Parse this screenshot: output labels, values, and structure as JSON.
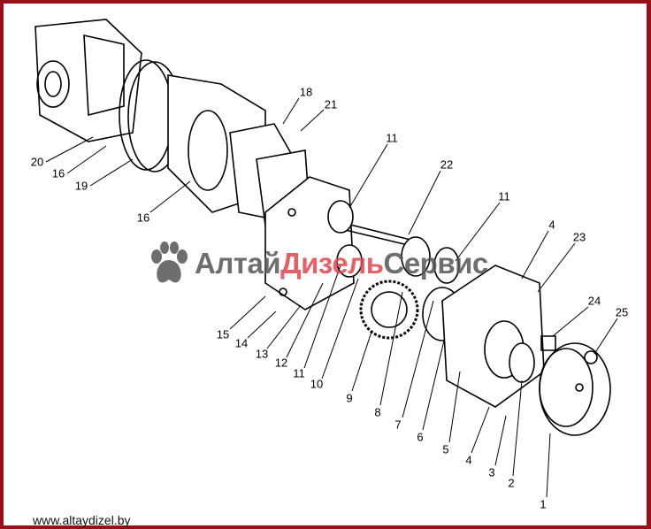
{
  "watermark": {
    "part1": "Алтай",
    "part2": "Дизель",
    "part3": "Сервис",
    "accent_color": "#e0464e",
    "border_color": "#9b1018"
  },
  "website": "www.altaydizel.by",
  "callouts": [
    "18",
    "21",
    "11",
    "22",
    "11",
    "4",
    "23",
    "24",
    "25",
    "20",
    "16",
    "19",
    "16",
    "15",
    "14",
    "13",
    "12",
    "11",
    "10",
    "9",
    "8",
    "7",
    "6",
    "5",
    "4",
    "3",
    "2",
    "1"
  ]
}
